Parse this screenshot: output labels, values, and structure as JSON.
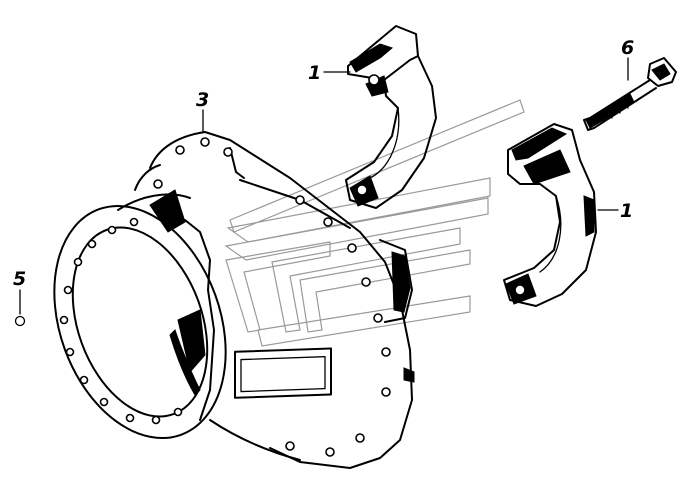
{
  "drawing": {
    "callouts": [
      {
        "id": "label-1-upper",
        "text": "1"
      },
      {
        "id": "label-1-lower",
        "text": "1"
      },
      {
        "id": "label-3",
        "text": "3"
      },
      {
        "id": "label-5",
        "text": "5"
      },
      {
        "id": "label-6",
        "text": "6"
      }
    ]
  },
  "colors": {
    "ink": "#000000",
    "watermark": "#9a9a9a",
    "background": "#ffffff"
  }
}
